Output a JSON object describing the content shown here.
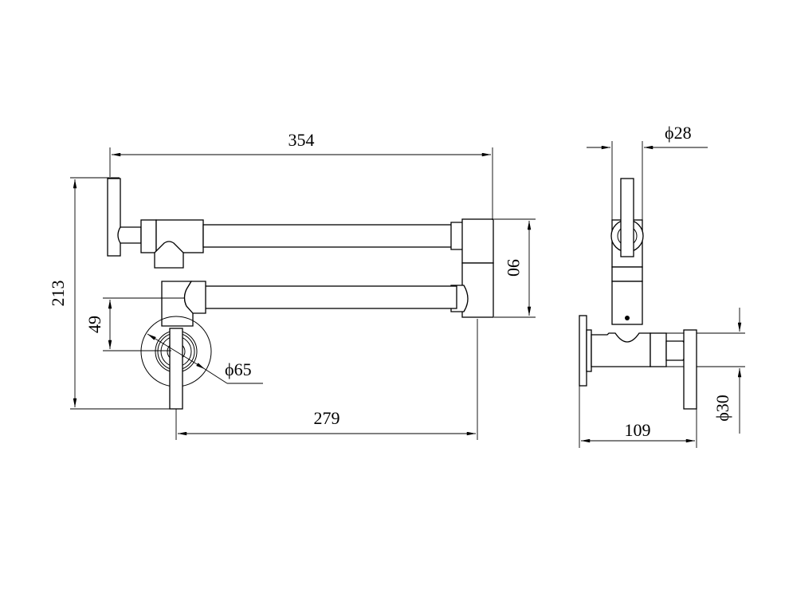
{
  "drawing": {
    "title": "Wall-mounted pot filler faucet dimension drawing",
    "views": [
      "front-view",
      "side-view"
    ],
    "units": "mm",
    "front_view": {
      "dimensions": {
        "overall_length": "354",
        "overall_height": "213",
        "arm_spacing": "90",
        "inlet_offset": "49",
        "flange_diameter": "ϕ65",
        "wall_to_pivot": "279"
      }
    },
    "side_view": {
      "dimensions": {
        "body_diameter": "ϕ28",
        "inlet_diameter": "ϕ30",
        "projection": "109"
      }
    },
    "colors": {
      "line": "#000000",
      "background": "#ffffff"
    }
  }
}
